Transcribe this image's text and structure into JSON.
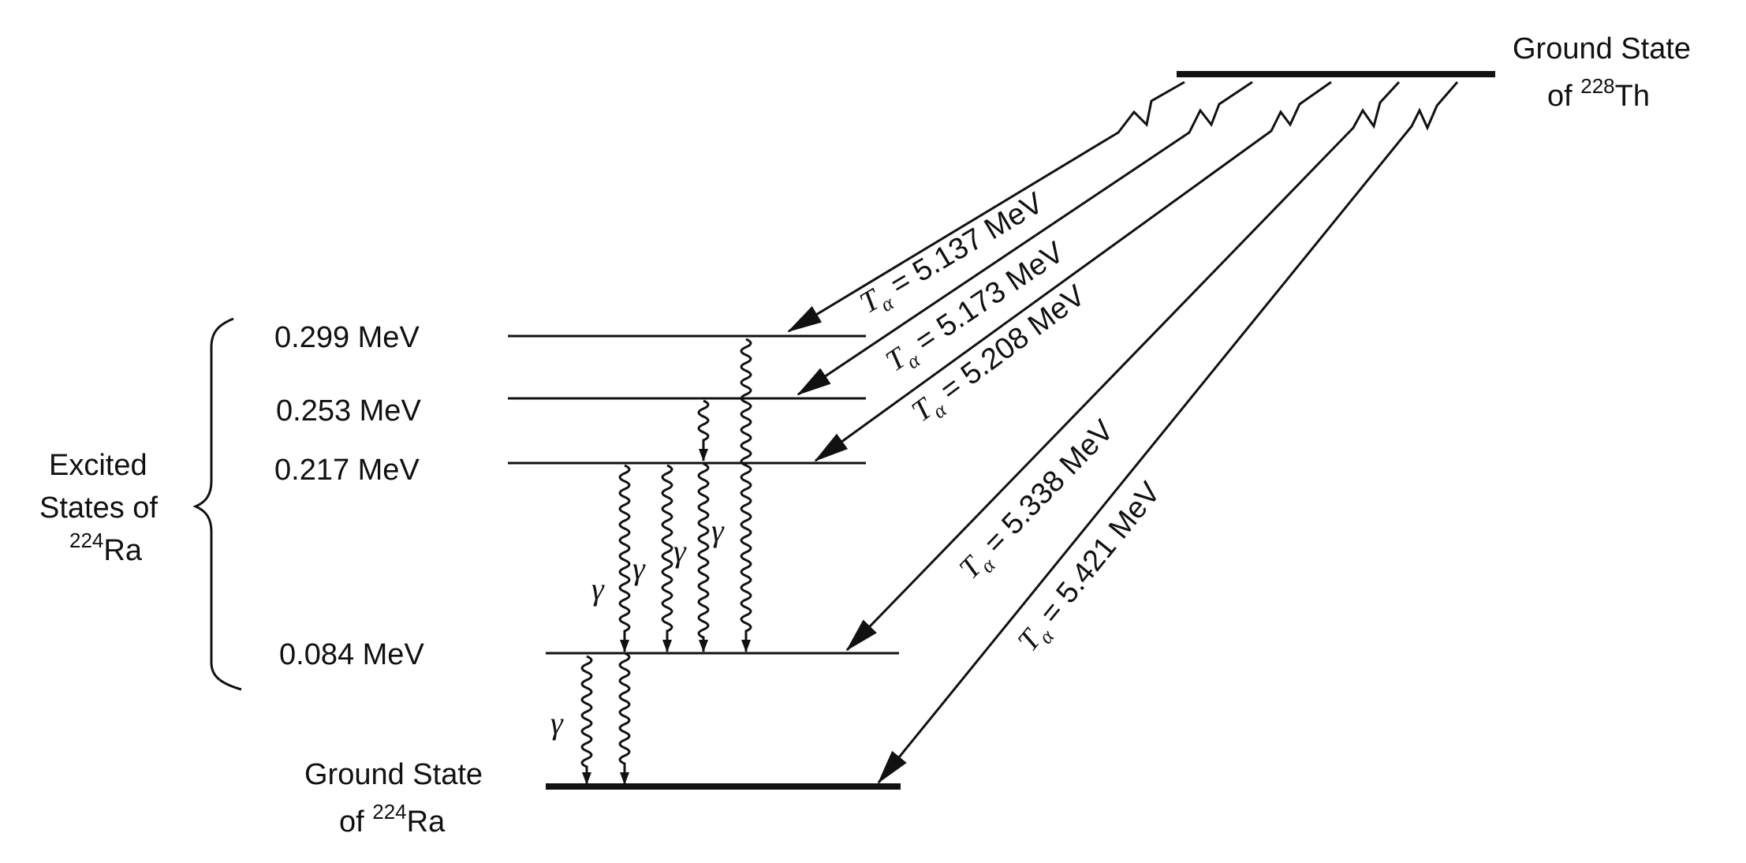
{
  "parent_state": {
    "line1": "Ground State",
    "line2_prefix": "of ",
    "mass": "228",
    "symbol": "Th"
  },
  "daughter_ground": {
    "line1": "Ground State",
    "line2_prefix": "of ",
    "mass": "224",
    "symbol": "Ra"
  },
  "excited_group": {
    "line1": "Excited",
    "line2": "States of",
    "mass": "224",
    "symbol": "Ra"
  },
  "levels": [
    {
      "energy": "0.299 MeV"
    },
    {
      "energy": "0.253 MeV"
    },
    {
      "energy": "0.217 MeV"
    },
    {
      "energy": "0.084 MeV"
    }
  ],
  "alpha_transitions": [
    {
      "symbol": "T",
      "subscript": "α",
      "text": " = 5.137 MeV"
    },
    {
      "symbol": "T",
      "subscript": "α",
      "text": " = 5.173 MeV"
    },
    {
      "symbol": "T",
      "subscript": "α",
      "text": " = 5.208 MeV"
    },
    {
      "symbol": "T",
      "subscript": "α",
      "text": " = 5.338 MeV"
    },
    {
      "symbol": "T",
      "subscript": "α",
      "text": " = 5.421 MeV"
    }
  ],
  "gamma_symbol": "γ"
}
